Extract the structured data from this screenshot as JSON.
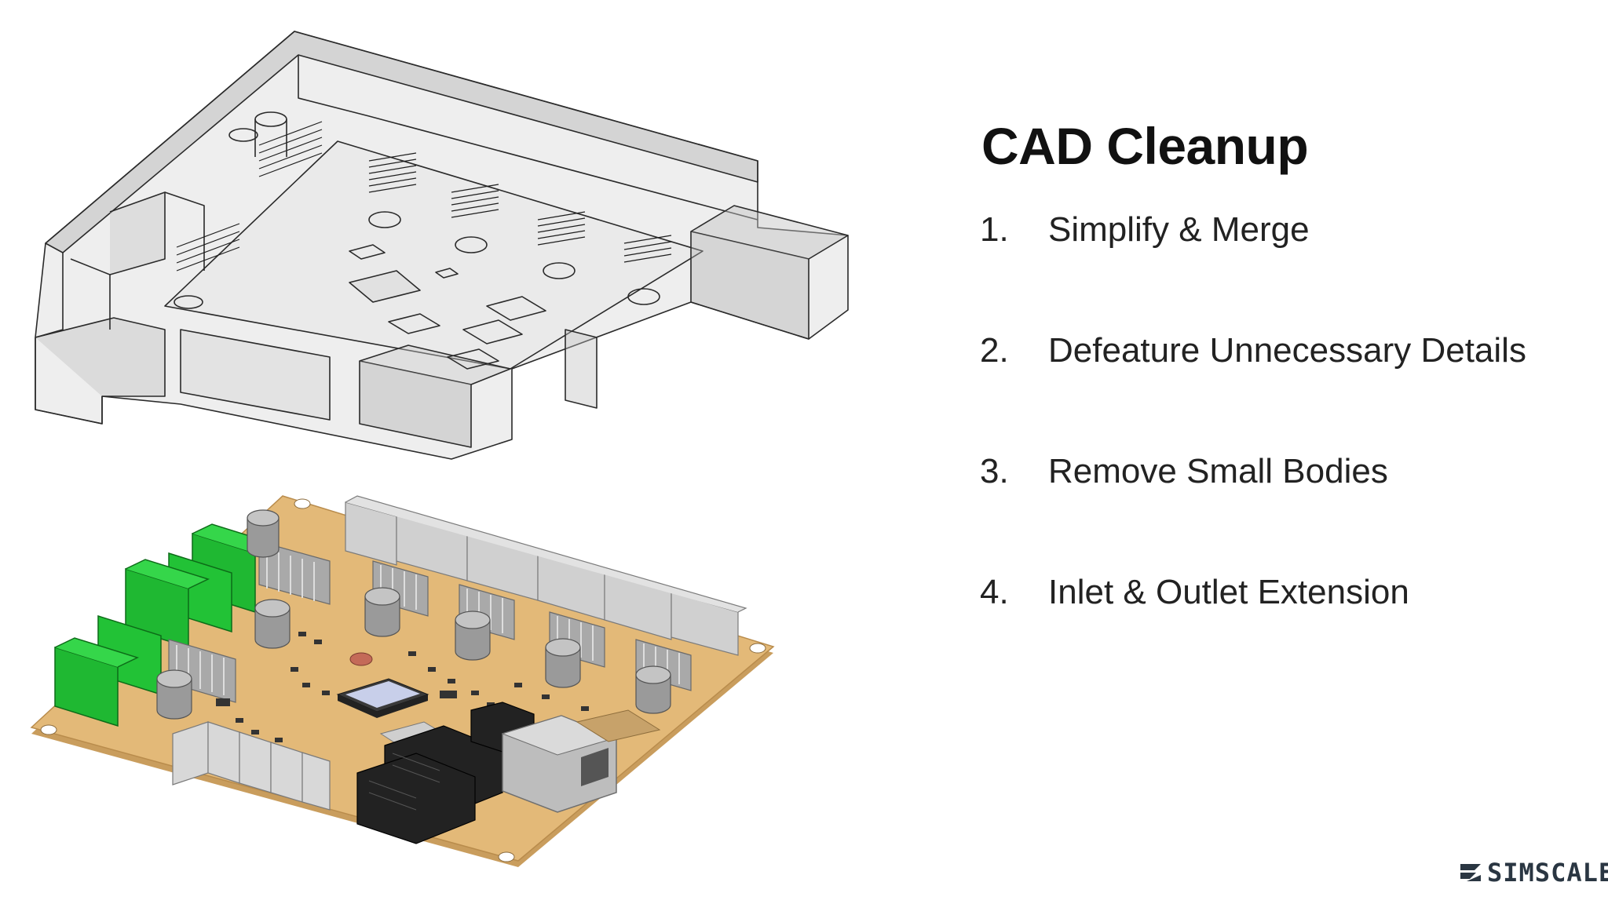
{
  "slide": {
    "title": "CAD Cleanup",
    "steps": [
      {
        "number": "1.",
        "label": "Simplify & Merge"
      },
      {
        "number": "2.",
        "label": "Defeature Unnecessary Details"
      },
      {
        "number": "3.",
        "label": "Remove Small Bodies"
      },
      {
        "number": "4.",
        "label": "Inlet & Outlet Extension"
      }
    ]
  },
  "images": {
    "enclosure": "transparent-enclosure-cad-model",
    "board": "pcb-board-cad-model"
  },
  "brand": {
    "logo_text": "SIMSCALE",
    "logo_icon": "simscale-logo-icon",
    "color": "#2a3642"
  },
  "colors": {
    "pcb": "#e3b978",
    "terminal_green": "#1fb832",
    "connector_grey": "#cfcfcf",
    "heatsink_grey": "#a9a9a9",
    "header_black": "#222222",
    "enclosure_fill": "#c9c9c9"
  }
}
